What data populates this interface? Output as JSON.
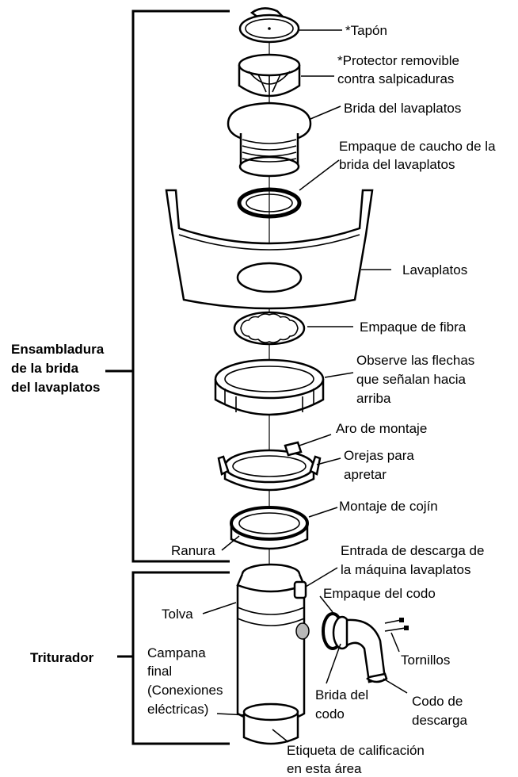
{
  "groups": {
    "flange_assembly": [
      "Ensambladura",
      "de la brida",
      "del lavaplatos"
    ],
    "disposer": "Triturador"
  },
  "labels": {
    "tapon": [
      "*Tapón"
    ],
    "splash_guard": [
      "*Protector removible",
      "contra salpicaduras"
    ],
    "sink_flange": [
      "Brida del lavaplatos"
    ],
    "rubber_gasket": [
      "Empaque de caucho de la",
      "brida del lavaplatos"
    ],
    "sink": [
      "Lavaplatos"
    ],
    "fiber_gasket": [
      "Empaque de fibra"
    ],
    "arrows_note": [
      "Observe las flechas",
      "que señalan hacia",
      "arriba"
    ],
    "mounting_ring": [
      "Aro de montaje"
    ],
    "tightening_ears": [
      "Orejas para",
      "apretar"
    ],
    "cushion_mount": [
      "Montaje de cojín"
    ],
    "groove": [
      "Ranura"
    ],
    "dishwasher_inlet": [
      "Entrada de descarga de",
      "la máquina lavaplatos"
    ],
    "elbow_gasket": [
      "Empaque del codo"
    ],
    "hopper": [
      "Tolva"
    ],
    "end_bell": [
      "Campana",
      "final",
      "(Conexiones",
      "eléctricas)"
    ],
    "screws": [
      "Tornillos"
    ],
    "elbow_flange": [
      "Brida del",
      "codo"
    ],
    "discharge_elbow": [
      "Codo de",
      "descarga"
    ],
    "rating_label": [
      "Etiqueta de calificación",
      "en esta área"
    ]
  }
}
